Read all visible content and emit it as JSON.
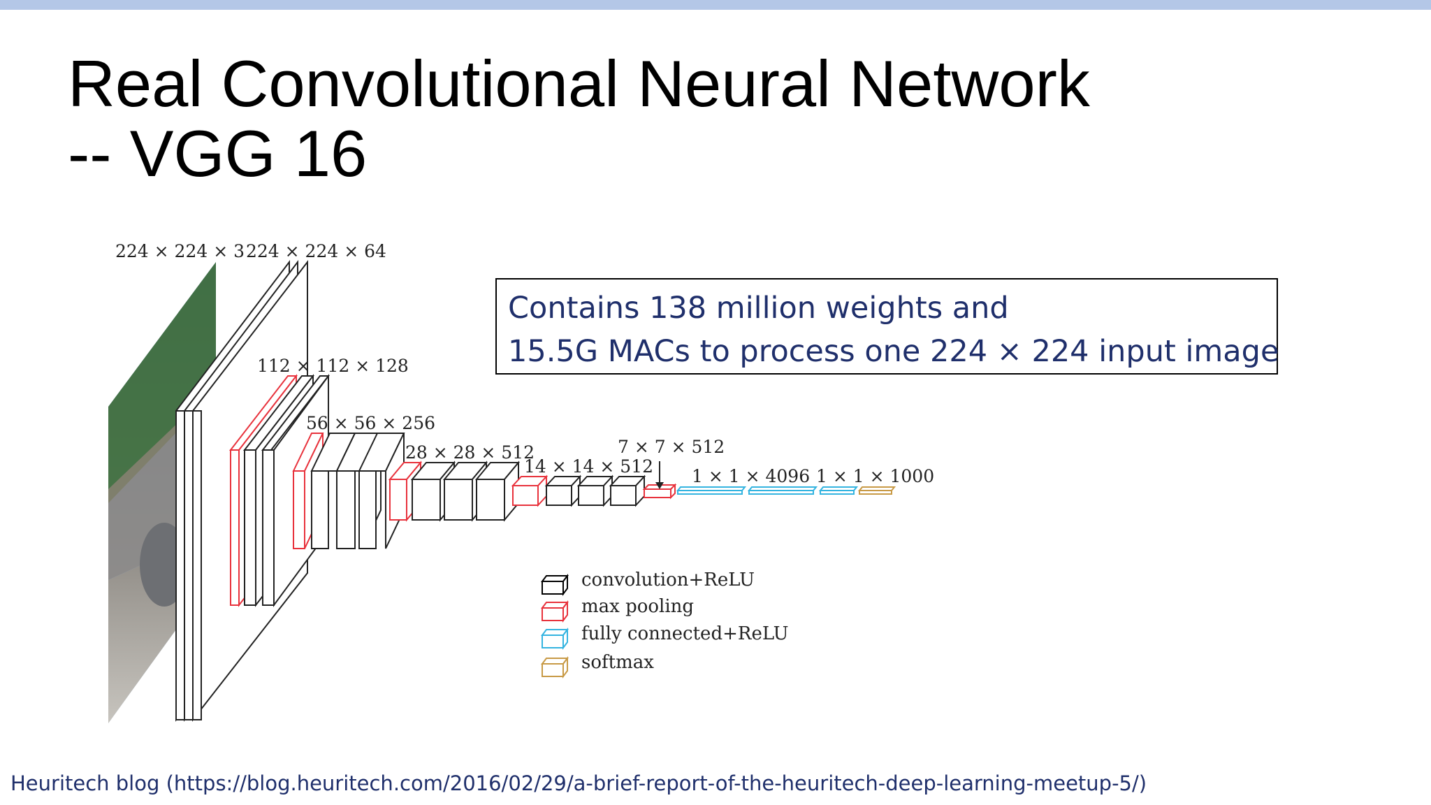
{
  "slide": {
    "title_line1": "Real Convolutional Neural Network",
    "title_line2": "-- VGG 16",
    "callout_line1": "Contains 138 million weights and",
    "callout_line2": "15.5G MACs to process one 224 × 224 input image",
    "citation": "Heuritech blog (https://blog.heuritech.com/2016/02/29/a-brief-report-of-the-heuritech-deep-learning-meetup-5/)"
  },
  "diagram": {
    "dims": {
      "input": "224 × 224 × 3",
      "conv1": "224 × 224 × 64",
      "conv2": "112 × 112 × 128",
      "conv3": "56 × 56 × 256",
      "conv4": "28 × 28 × 512",
      "conv5": "14 × 14 × 512",
      "pool5": "7 × 7 × 512",
      "fc": "1 × 1 × 4096",
      "softmax": "1 × 1 × 1000"
    },
    "legend": [
      {
        "label": "convolution+ReLU",
        "color": "#000000"
      },
      {
        "label": "max pooling",
        "color": "#e8323c"
      },
      {
        "label": "fully connected+ReLU",
        "color": "#34b4e0"
      },
      {
        "label": "softmax",
        "color": "#c89a46"
      }
    ],
    "colors": {
      "accent_bar": "#b4c7e7",
      "callout_text": "#1f2f6b"
    }
  }
}
